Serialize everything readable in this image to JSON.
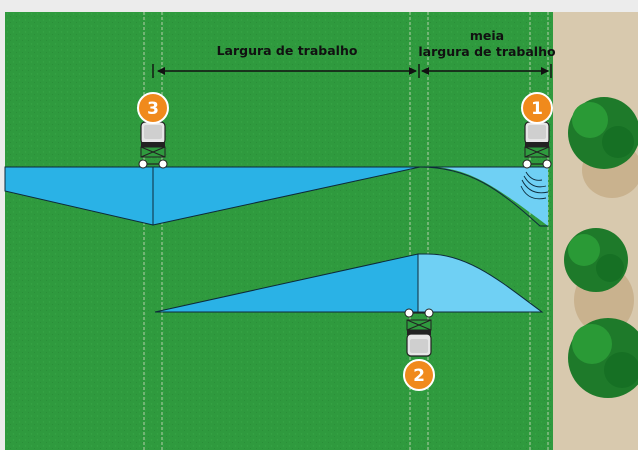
{
  "labels": {
    "working_width": "Largura de trabalho",
    "half_line1": "meia",
    "half_line2": "largura de trabalho"
  },
  "badges": [
    "1",
    "2",
    "3"
  ],
  "colors": {
    "frame": "#ececec",
    "field": "#2f9a3e",
    "tramline": "#8fbf8c",
    "spread_dark": "#2ab2e6",
    "spread_light": "#6fd0f4",
    "outline": "#0d2a3a",
    "soil": "#d8c9ae",
    "badge": "#f08a1c",
    "tree": "#1e7a2a",
    "tractor": "#e6e6e6"
  }
}
